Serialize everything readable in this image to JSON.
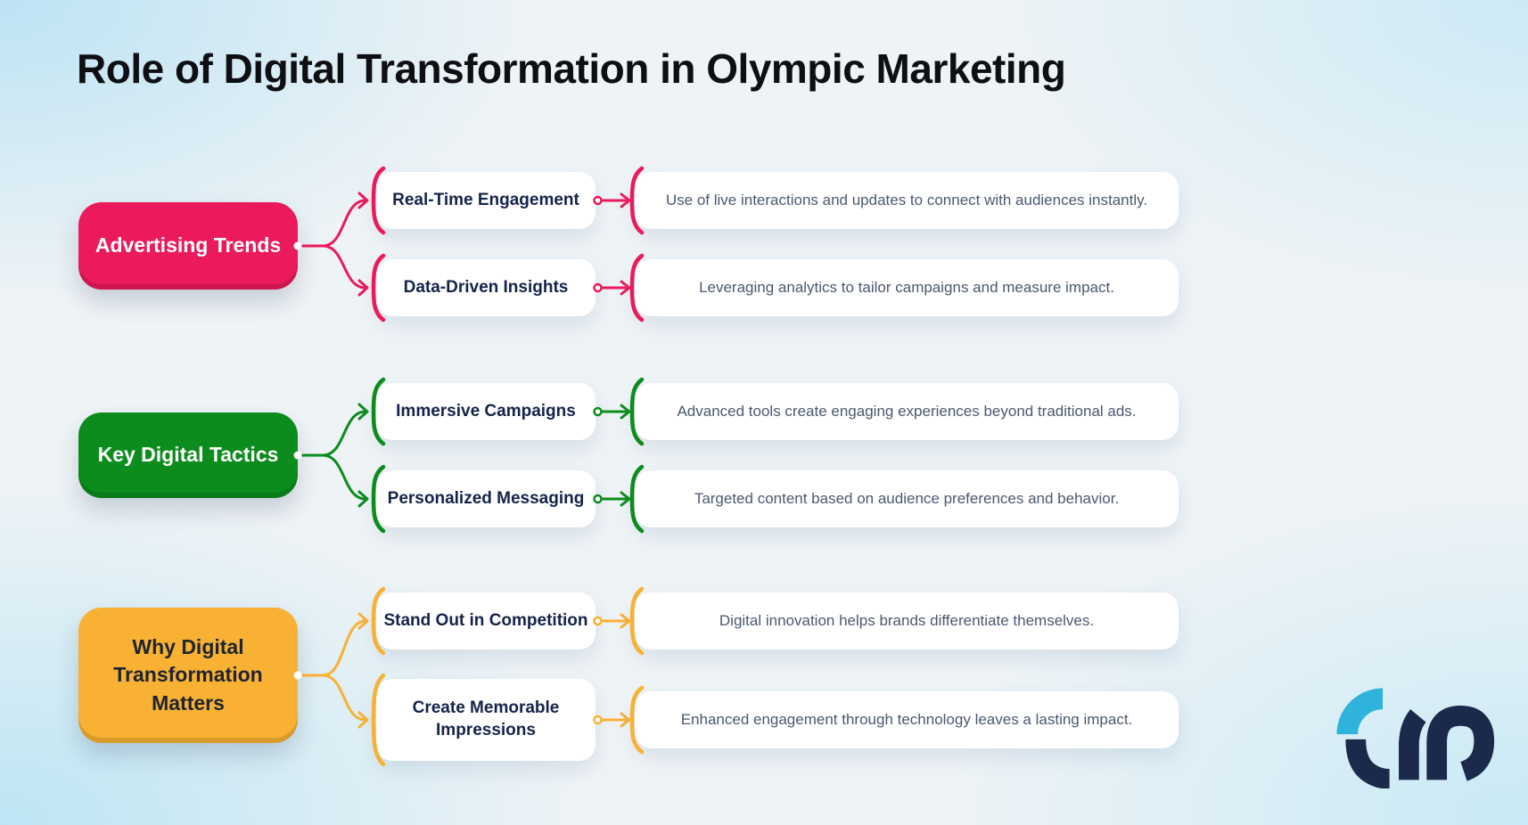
{
  "title": "Role of Digital Transformation in Olympic Marketing",
  "title_color": "#0E0F13",
  "background": {
    "base": "#EEF3F6",
    "edge_tint": "#C8E7F4"
  },
  "branches": [
    {
      "label": "Advertising Trends",
      "color": "#EB1A5C",
      "text_color": "#FFFFFF",
      "items": [
        {
          "label": "Real-Time Engagement",
          "description": "Use of live interactions and updates to connect with audiences instantly."
        },
        {
          "label": "Data-Driven Insights",
          "description": "Leveraging analytics to tailor campaigns and measure impact."
        }
      ]
    },
    {
      "label": "Key Digital Tactics",
      "color": "#0C8C1C",
      "text_color": "#FFFFFF",
      "items": [
        {
          "label": "Immersive Campaigns",
          "description": "Advanced tools create engaging experiences beyond traditional ads."
        },
        {
          "label": "Personalized Messaging",
          "description": "Targeted content based on audience preferences and behavior."
        }
      ]
    },
    {
      "label": "Why Digital Transformation Matters",
      "color": "#F8B133",
      "text_color": "#1F2430",
      "items": [
        {
          "label": "Stand Out in Competition",
          "description": "Digital innovation helps brands differentiate themselves."
        },
        {
          "label": "Create Memorable Impressions",
          "description": "Enhanced engagement through technology leaves a lasting impact."
        }
      ]
    }
  ],
  "logo": {
    "name": "tro-logo",
    "accent_color": "#2FB3DC",
    "dark_color": "#1B2A4B"
  }
}
